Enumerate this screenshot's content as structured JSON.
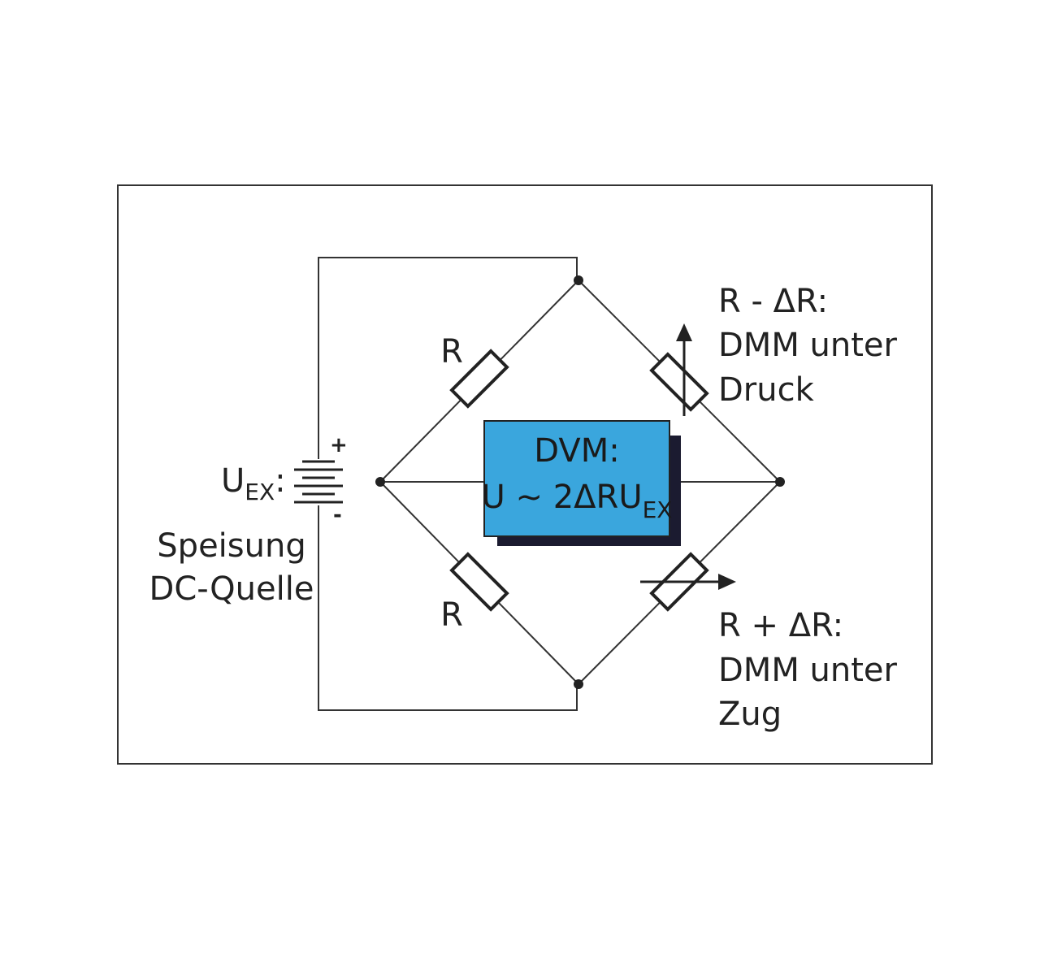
{
  "diagram": {
    "supply": {
      "label_main": "U",
      "label_sub": "EX",
      "label_colon": ":",
      "plus": "+",
      "minus": "-",
      "caption_line1": "Speisung",
      "caption_line2": "DC-Quelle"
    },
    "resistor_top_left": {
      "label": "R"
    },
    "resistor_bottom_left": {
      "label": "R"
    },
    "gauge_top_right": {
      "line1": "R - ΔR:",
      "line2": "DMM unter",
      "line3": "Druck"
    },
    "gauge_bottom_right": {
      "line1": "R + ΔR:",
      "line2": "DMM unter",
      "line3": "Zug"
    },
    "dvm": {
      "title": "DVM:",
      "formula_main": "U ~ 2ΔRU",
      "formula_sub": "EX",
      "fill_color": "#3aa6dd",
      "shadow_color": "#1b1b30"
    }
  }
}
